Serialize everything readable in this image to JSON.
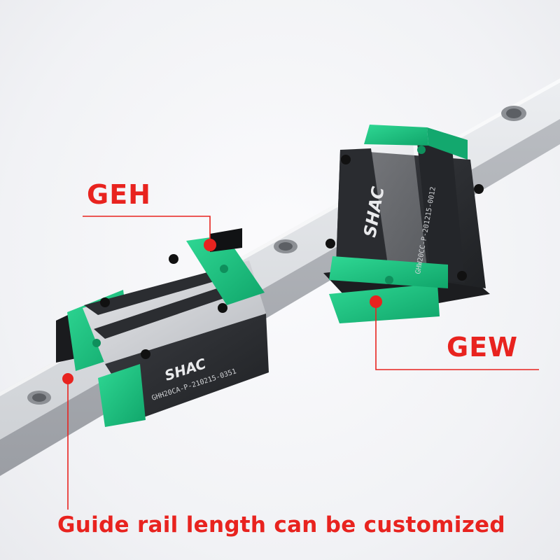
{
  "callouts": {
    "geh_label": "GEH",
    "gew_label": "GEW",
    "caption": "Guide rail length can be customized"
  },
  "product": {
    "brand": "SHAC",
    "carriage_left_marking": "GHH20CA-P-210215-0351",
    "carriage_right_marking": "GHW20CC-P-201215-0012"
  },
  "colors": {
    "accent_red": "#e8231f",
    "end_seal_green": "#19c07e",
    "body_black": "#2d2f33",
    "rail_steel": "#c9cbcf"
  }
}
